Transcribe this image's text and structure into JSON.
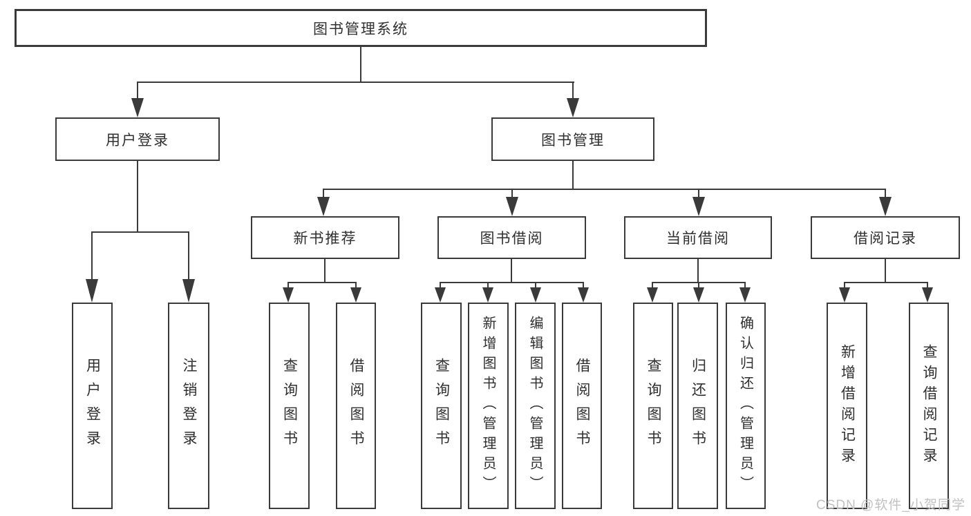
{
  "diagram": {
    "root": {
      "label": "图书管理系统"
    },
    "level2": [
      {
        "label": "用户登录",
        "children": [
          {
            "label": "用户登录"
          },
          {
            "label": "注销登录"
          }
        ]
      },
      {
        "label": "图书管理",
        "children": [
          {
            "label": "新书推荐",
            "children": [
              {
                "label": "查询图书"
              },
              {
                "label": "借阅图书"
              }
            ]
          },
          {
            "label": "图书借阅",
            "children": [
              {
                "label": "查询图书"
              },
              {
                "label": "新增图书（管理员）"
              },
              {
                "label": "编辑图书（管理员）"
              },
              {
                "label": "借阅图书"
              }
            ]
          },
          {
            "label": "当前借阅",
            "children": [
              {
                "label": "查询图书"
              },
              {
                "label": "归还图书"
              },
              {
                "label": "确认归还（管理员）"
              }
            ]
          },
          {
            "label": "借阅记录",
            "children": [
              {
                "label": "新增借阅记录"
              },
              {
                "label": "查询借阅记录"
              }
            ]
          }
        ]
      }
    ]
  },
  "watermark": {
    "text": "CSDN @软件_小贺同学"
  },
  "colors": {
    "line": "#3a3a3a",
    "text": "#2f2f2f",
    "watermark": "#c2c1c1",
    "background": "#ffffff"
  }
}
